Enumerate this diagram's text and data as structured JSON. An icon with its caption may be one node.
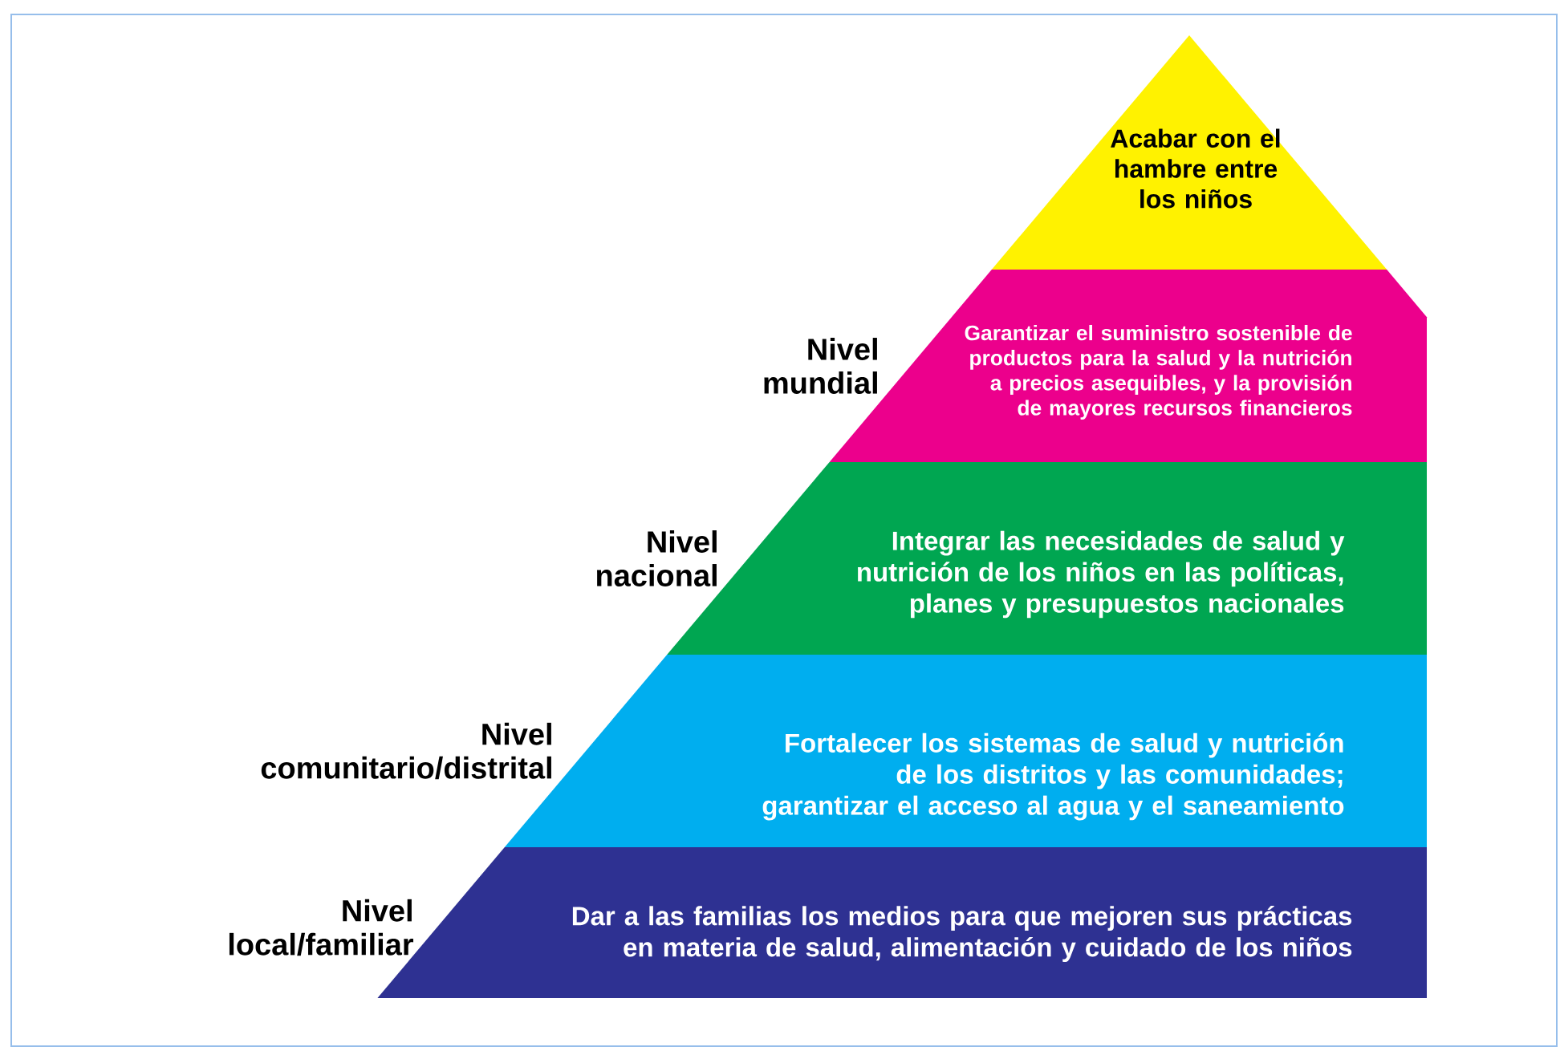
{
  "diagram": {
    "nodes": [
      {
        "text": [
          "Acabar con el hambre entre los niños"
        ]
      },
      {
        "text": [
          "Garantizar el suministro sostenible de productos para la salud y la nutrición a precios asequibles, y la provisión de mayores recursos financieros"
        ],
        "beside": [
          "Nivel mundial"
        ]
      },
      {
        "text": [
          "Integrar las necesidades de salud y nutrición de los niños en las políticas, planes y presupuestos nacionales"
        ],
        "beside": [
          "Nivel nacional"
        ]
      },
      {
        "text": [
          "Fortalecer los sistemas de salud y nutrición de los distritos y las comunidades; garantizar el acceso al agua y el saneamiento"
        ],
        "beside": [
          "Nivel comunitario/distrital"
        ]
      },
      {
        "text": [
          "Dar a las familias los medios para que mejoren sus prácticas en materia de salud, alimentación y cuidado de los niños"
        ],
        "beside": [
          "Nivel local/familiar"
        ]
      }
    ]
  }
}
